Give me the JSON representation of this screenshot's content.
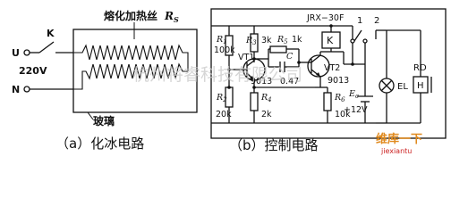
{
  "colors": {
    "ink": "#111111",
    "background": "#ffffff",
    "watermark": "#c8c8c8",
    "logo_red": "#cc2222",
    "logo_orange": "#e08a1e"
  },
  "left_circuit": {
    "caption": "（a）化冰电路",
    "heater_label": "熔化加热丝",
    "heater_symbol": "R",
    "heater_subscript": "S",
    "switch_label": "K",
    "terminal_u": "U",
    "terminal_n": "N",
    "voltage": "220V",
    "glass_label": "玻璃"
  },
  "right_circuit": {
    "caption": "（b）控制电路",
    "relay_model": "JRX−30F",
    "contact_1": "1",
    "contact_2": "2",
    "r1_name": "R",
    "r1_sub": "1",
    "r1_value": "100k",
    "r3_name": "R",
    "r3_sub": "3",
    "r3_value": "3k",
    "r5_name": "R",
    "r5_sub": "5",
    "r5_value": "1k",
    "relay_coil": "K",
    "vt1": "VT1",
    "vt1_type": "9013",
    "cap_name": "C",
    "cap_value": "0.47",
    "vt2": "VT2",
    "vt2_type": "9013",
    "r2_name": "R",
    "r2_sub": "2",
    "r2_value": "20k",
    "r4_name": "R",
    "r4_sub": "4",
    "r4_value": "2k",
    "r6_name": "R",
    "r6_sub": "6",
    "r6_value": "10k",
    "ec_name": "E",
    "ec_sub": "c",
    "ec_voltage": "+12V",
    "lamp_label": "EL",
    "sensor_label": "RD",
    "sensor_h": "H"
  },
  "watermark": "杭州将睿科技有限公司",
  "corner_logo": {
    "text": "维库一下",
    "site": "jiexiantu"
  }
}
